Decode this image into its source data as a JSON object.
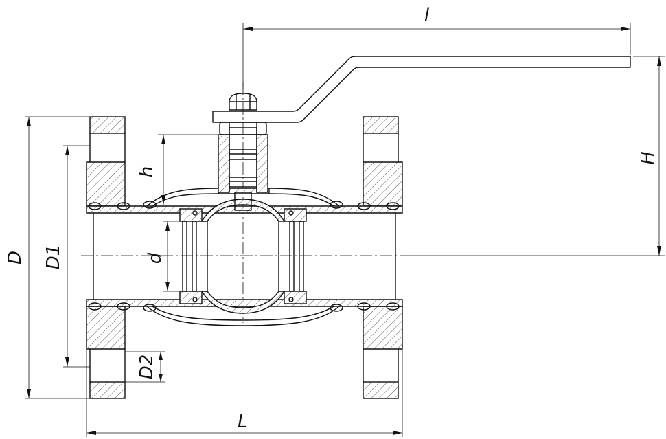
{
  "labels": {
    "handle_length": "l",
    "height": "H",
    "stem_height": "h",
    "bore": "d",
    "flange_diameter": "D",
    "bolt_circle_diameter": "D1",
    "bolt_hole_diameter": "D2",
    "face_to_face_length": "L"
  }
}
